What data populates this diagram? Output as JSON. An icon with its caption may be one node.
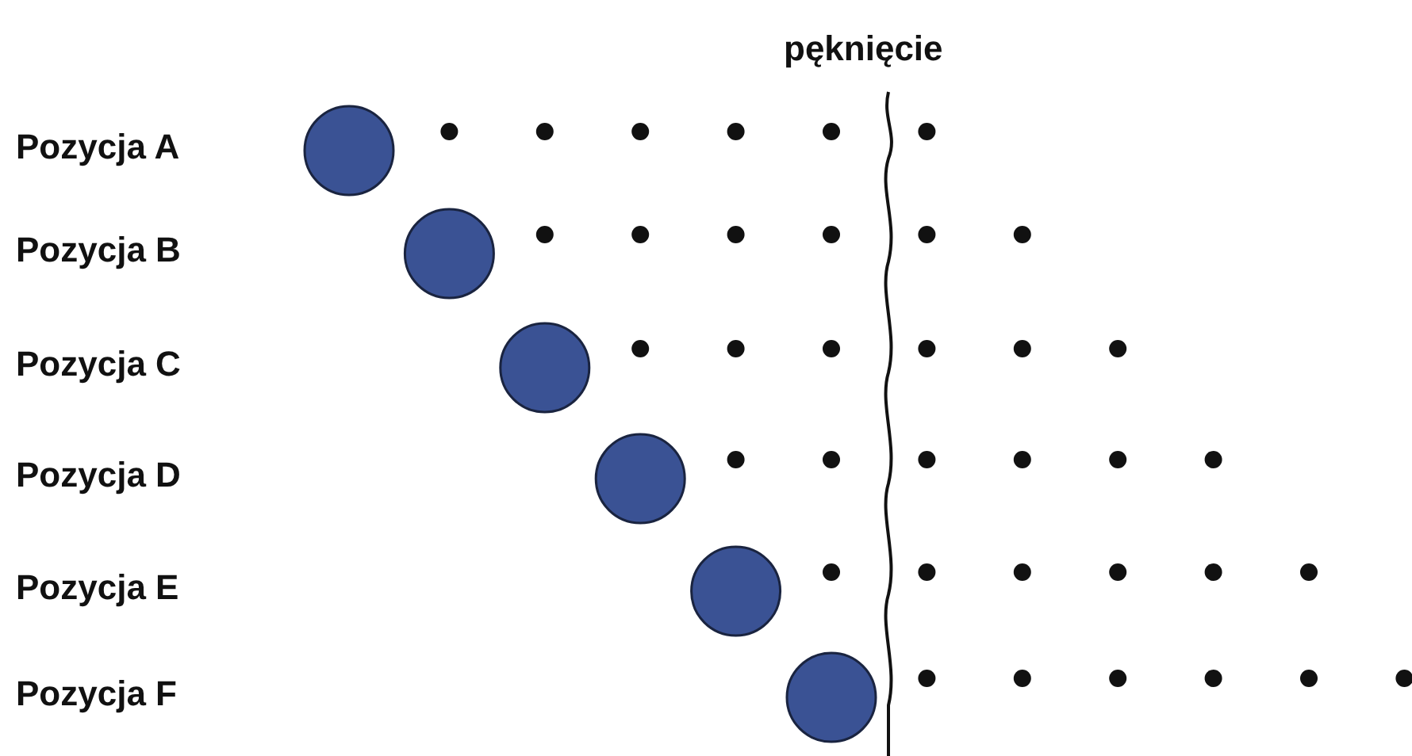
{
  "diagram": {
    "labels": [
      "pęknięcie",
      "Pozycja A",
      "Pozycja B",
      "Pozycja C",
      "Pozycja D",
      "Pozycja E",
      "Pozycja F"
    ]
  }
}
